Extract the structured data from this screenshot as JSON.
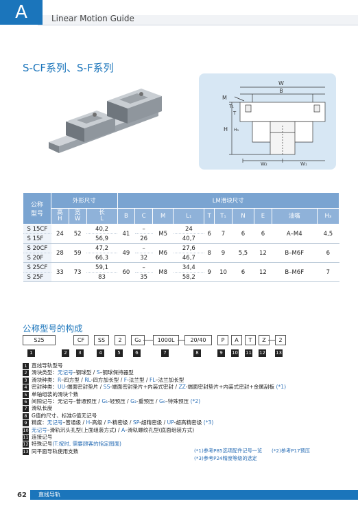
{
  "header": {
    "tab": "A",
    "title": "Linear Motion Guide"
  },
  "section_title": "S-CF系列、S-F系列",
  "diagram_labels": {
    "W": "W",
    "B": "B",
    "M": "M",
    "T": "T",
    "T1": "T₁",
    "H": "H",
    "H3": "H₃",
    "W2": "W₂",
    "W1": "W₁"
  },
  "table": {
    "h_model": "公称\n型号",
    "h_outer": "外形尺寸",
    "h_block": "LM滑块尺寸",
    "sub": [
      "高\nH",
      "宽\nW",
      "长\nL",
      "B",
      "C",
      "M",
      "L₁",
      "T",
      "T₁",
      "N",
      "E",
      "油嘴",
      "H₃"
    ],
    "groups": [
      {
        "models": [
          "S 15CF",
          "S 15F"
        ],
        "H": "24",
        "W": "52",
        "L": [
          "40,2",
          "56,9"
        ],
        "B": "41",
        "C": [
          "–",
          "26"
        ],
        "M": "M5",
        "L1": [
          "24",
          "40,7"
        ],
        "T": "6",
        "T1": "7",
        "N": "6",
        "E": "6",
        "oil": "A–M4",
        "H3": "4,5"
      },
      {
        "models": [
          "S 20CF",
          "S 20F"
        ],
        "H": "28",
        "W": "59",
        "L": [
          "47,2",
          "66,3"
        ],
        "B": "49",
        "C": [
          "–",
          "32"
        ],
        "M": "M6",
        "L1": [
          "27,6",
          "46,7"
        ],
        "T": "8",
        "T1": "9",
        "N": "5,5",
        "E": "12",
        "oil": "B–M6F",
        "H3": "6"
      },
      {
        "models": [
          "S 25CF",
          "S 25F"
        ],
        "H": "33",
        "W": "73",
        "L": [
          "59,1",
          "83"
        ],
        "B": "60",
        "C": [
          "–",
          "35"
        ],
        "M": "M8",
        "L1": [
          "34,4",
          "58,2"
        ],
        "T": "9",
        "T1": "10",
        "N": "6",
        "E": "12",
        "oil": "B–M6F",
        "H3": "7"
      }
    ]
  },
  "code_title": "公称型号的构成",
  "code": {
    "boxes": [
      "S25",
      "",
      "CF",
      "SS",
      "2",
      "G₂",
      "1000L",
      "20/40",
      "P",
      "A",
      "T",
      "Z",
      "2"
    ],
    "nums": [
      "1",
      "2",
      "3",
      "4",
      "5",
      "6",
      "7",
      "8",
      "9",
      "10",
      "11",
      "12",
      "13"
    ]
  },
  "legend": [
    {
      "n": "1",
      "parts": [
        {
          "t": "直线导轨型号"
        }
      ]
    },
    {
      "n": "2",
      "parts": [
        {
          "t": "滑块类型："
        },
        {
          "t": "无记号",
          "b": true
        },
        {
          "t": "–钢球型 / "
        },
        {
          "t": "S",
          "b": true
        },
        {
          "t": "–钢球保持器型"
        }
      ]
    },
    {
      "n": "3",
      "parts": [
        {
          "t": "滑块种类："
        },
        {
          "t": "R",
          "b": true
        },
        {
          "t": "–四方型 / "
        },
        {
          "t": "RL",
          "b": true
        },
        {
          "t": "-四方加长型 / "
        },
        {
          "t": "F",
          "b": true
        },
        {
          "t": "-法兰型 / "
        },
        {
          "t": "FL",
          "b": true
        },
        {
          "t": "–法兰加长型"
        }
      ]
    },
    {
      "n": "4",
      "parts": [
        {
          "t": "密封种类："
        },
        {
          "t": "UU",
          "b": true
        },
        {
          "t": "-端面密封垫片 / "
        },
        {
          "t": "SS",
          "b": true
        },
        {
          "t": "-端面密封垫片+内装式密封 / "
        },
        {
          "t": "ZZ",
          "b": true
        },
        {
          "t": "-端面密封垫片+内装式密封+金属刮板 "
        },
        {
          "t": "(*1)",
          "b": true
        }
      ]
    },
    {
      "n": "5",
      "parts": [
        {
          "t": "单轴组装的滑块个数"
        }
      ]
    },
    {
      "n": "6",
      "parts": [
        {
          "t": "间隙记号：无记号–普通预压 / "
        },
        {
          "t": "G₁",
          "b": true
        },
        {
          "t": "-轻预压 / "
        },
        {
          "t": "G₂",
          "b": true
        },
        {
          "t": "-重预压 / "
        },
        {
          "t": "G₀",
          "b": true
        },
        {
          "t": "–特殊预压 "
        },
        {
          "t": "(*2)",
          "b": true
        }
      ]
    },
    {
      "n": "7",
      "parts": [
        {
          "t": "滑轨长度"
        }
      ]
    },
    {
      "n": "8",
      "parts": [
        {
          "t": "G值的尺寸、标准G值无记号"
        }
      ]
    },
    {
      "n": "9",
      "parts": [
        {
          "t": "精度："
        },
        {
          "t": "无记号",
          "b": true
        },
        {
          "t": "–普通级 / "
        },
        {
          "t": "H",
          "b": true
        },
        {
          "t": "-高级 / "
        },
        {
          "t": "P",
          "b": true
        },
        {
          "t": "-精密级 / "
        },
        {
          "t": "SP",
          "b": true
        },
        {
          "t": "-超精密级 / "
        },
        {
          "t": "UP",
          "b": true
        },
        {
          "t": "-超高精密级 "
        },
        {
          "t": "(*3)",
          "b": true
        }
      ]
    },
    {
      "n": "10",
      "parts": [
        {
          "t": "无记号",
          "b": true
        },
        {
          "t": "–滑轨沉头孔型(上面组装方式) / "
        },
        {
          "t": "A",
          "b": true
        },
        {
          "t": "–滑轨螺纹孔型(底面组装方式)"
        }
      ]
    },
    {
      "n": "11",
      "parts": [
        {
          "t": "连接记号"
        }
      ]
    },
    {
      "n": "12",
      "parts": [
        {
          "t": "特殊记号"
        },
        {
          "t": "(T:按时, 需要顾客的指定图面)",
          "b": true
        }
      ]
    },
    {
      "n": "13",
      "parts": [
        {
          "t": "同平面导轨使用支数"
        }
      ]
    }
  ],
  "notes": [
    "(*1)参考P85选项配件记号一览",
    "(*2)参考P17预压",
    "(*3)参考P24精度等级的选定"
  ],
  "footer": {
    "page": "62",
    "text": "直线导轨"
  }
}
